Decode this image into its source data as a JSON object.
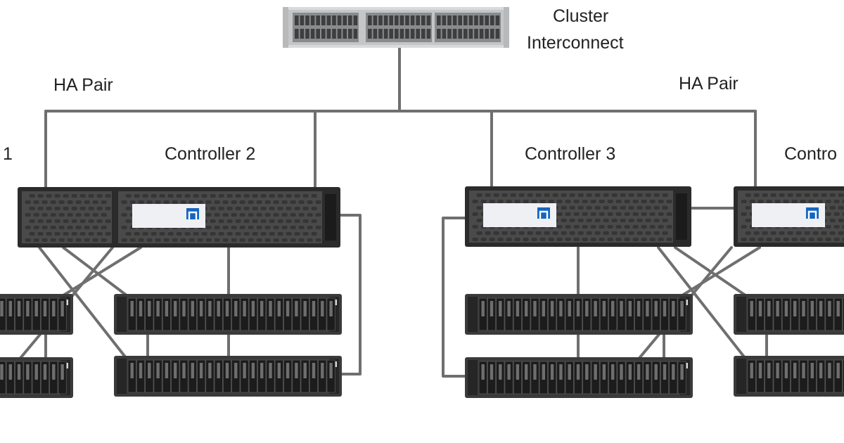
{
  "labels": {
    "cluster_line1": "Cluster",
    "cluster_line2": "Interconnect",
    "ha_pair_left": "HA Pair",
    "ha_pair_right": "HA Pair",
    "controller_1": "1",
    "controller_2": "Controller 2",
    "controller_3": "Controller 3",
    "controller_4": "Contro"
  },
  "colors": {
    "wire": "#6f6f6f",
    "chassis": "#2b2b2b",
    "bezel_mesh": "#4a4a4a",
    "faceplate": "#eef0f4",
    "logo": "#1565c0",
    "switch_body": "#d9dadc",
    "shelf_body": "#3a3a3a",
    "drive": "#1c1c1c"
  },
  "icons": [
    "netapp-logo-icon"
  ]
}
